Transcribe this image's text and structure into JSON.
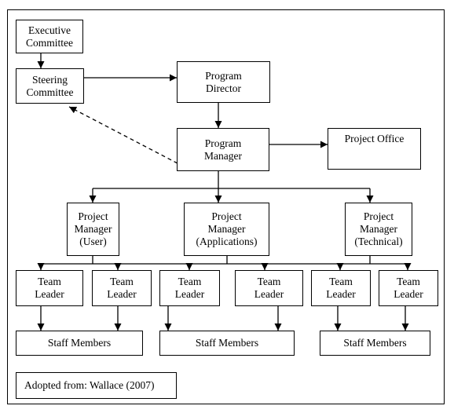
{
  "nodes": {
    "executive_committee": "Executive\nCommittee",
    "steering_committee": "Steering\nCommittee",
    "program_director": "Program\nDirector",
    "program_manager": "Program\nManager",
    "project_office": "Project Office",
    "pm_user": "Project\nManager\n(User)",
    "pm_applications": "Project\nManager\n(Applications)",
    "pm_technical": "Project\nManager\n(Technical)",
    "team_leader_1": "Team\nLeader",
    "team_leader_2": "Team\nLeader",
    "team_leader_3": "Team\nLeader",
    "team_leader_4": "Team\nLeader",
    "team_leader_5": "Team\nLeader",
    "team_leader_6": "Team\nLeader",
    "staff_members_1": "Staff Members",
    "staff_members_2": "Staff Members",
    "staff_members_3": "Staff Members"
  },
  "source_note": "Adopted from: Wallace (2007)",
  "colors": {
    "line": "#000000",
    "background": "#ffffff"
  }
}
